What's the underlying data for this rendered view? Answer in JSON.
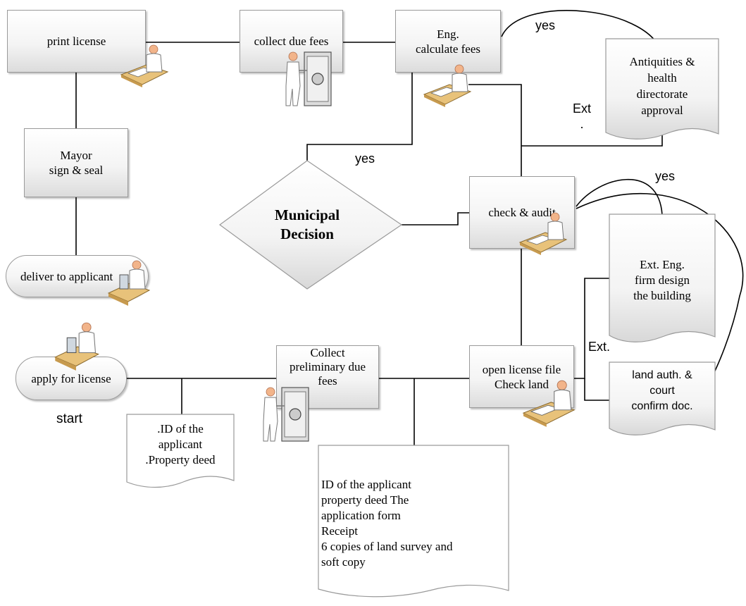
{
  "nodes": {
    "print_license": "print license",
    "collect_due_fees": "collect due fees",
    "eng_calculate_fees": "Eng.\ncalculate fees",
    "antiquities_approval": "Antiquities &\nhealth\ndirectorate\napproval",
    "mayor_sign": "Mayor\nsign & seal",
    "municipal_decision": "Municipal\nDecision",
    "check_audit": "check & audit",
    "deliver": "deliver to applicant",
    "ext_eng_firm": "Ext. Eng.\nfirm design\nthe building",
    "apply_license": "apply for license",
    "collect_preliminary": "Collect\npreliminary due\nfees",
    "open_license_file": "open license file\nCheck land",
    "land_auth": "land auth. &\ncourt\nconfirm doc.",
    "doc_small": ".ID of the\napplicant\n.Property deed",
    "doc_large": "ID of the applicant\nproperty deed The\napplication form\nReceipt\n6 copies of land survey and\nsoft copy"
  },
  "labels": {
    "yes_top": "yes",
    "ext_top": "Ext\n.",
    "yes_mid": "yes",
    "yes_right": "yes",
    "ext_mid": "Ext.",
    "start": "start"
  },
  "colors": {
    "line": "#000000",
    "box_border": "#9a9a9a",
    "desk": "#e8c27a",
    "skin": "#f2b48a"
  },
  "icons": [
    "person-at-desk-icon",
    "safe-icon"
  ]
}
